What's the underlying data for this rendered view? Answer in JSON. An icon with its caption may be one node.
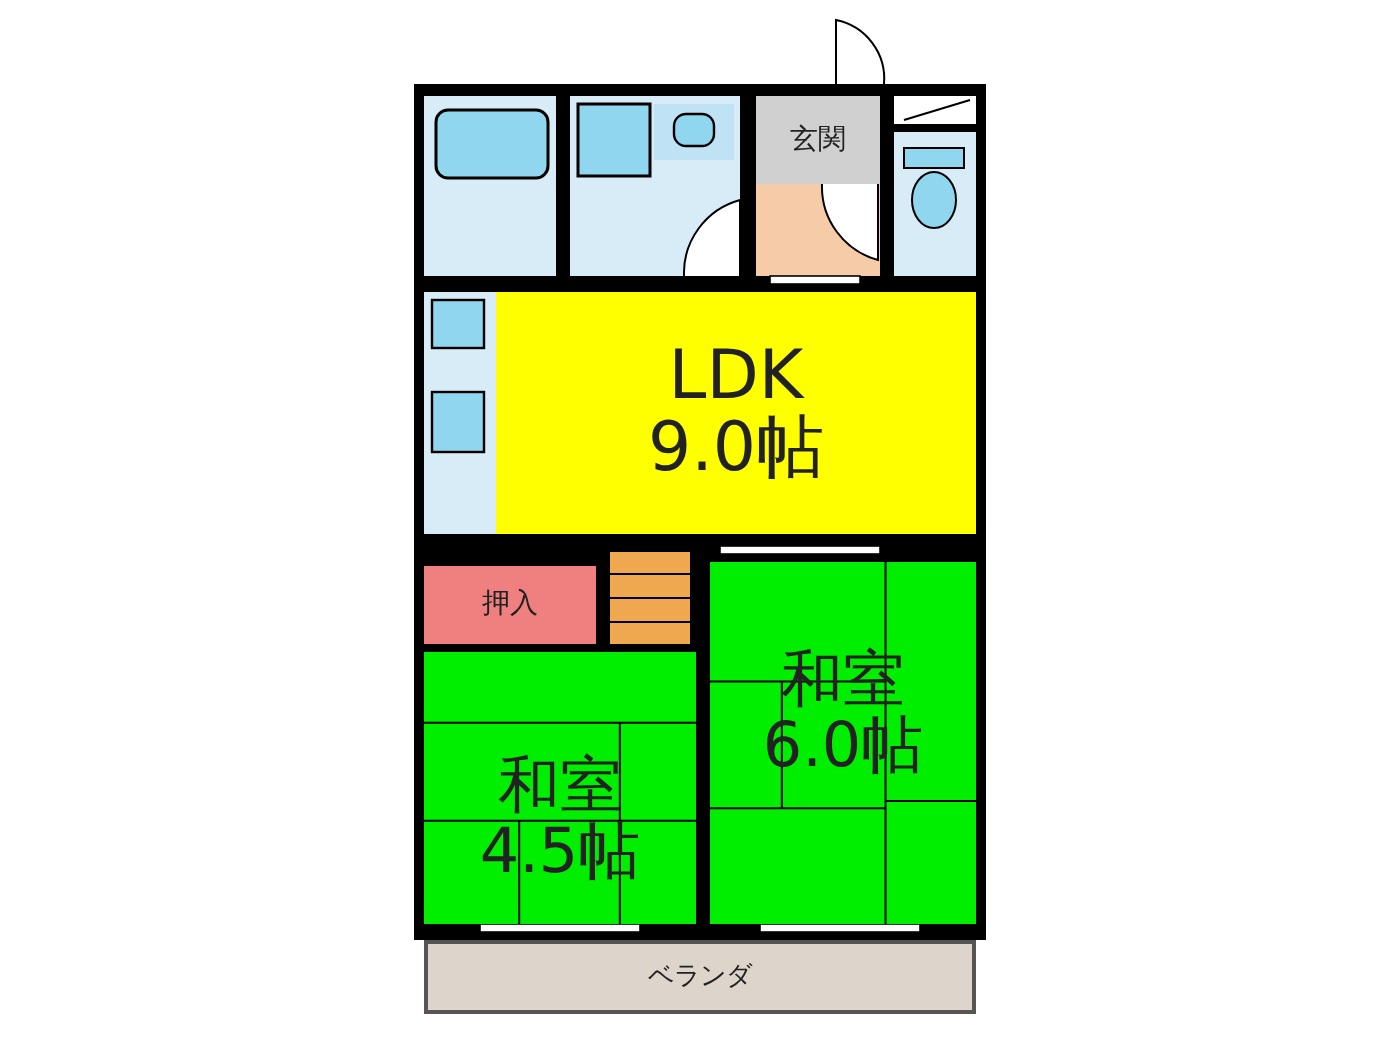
{
  "diagram": {
    "nodes": [
      {
        "text": [
          "玄関"
        ]
      },
      {
        "text": [
          "LDK 9.0帖"
        ]
      },
      {
        "text": [
          "押入"
        ]
      },
      {
        "text": [
          "和室 4.5帖"
        ]
      },
      {
        "text": [
          "和室 6.0帖"
        ]
      },
      {
        "text": [
          "ベランダ"
        ]
      }
    ]
  }
}
